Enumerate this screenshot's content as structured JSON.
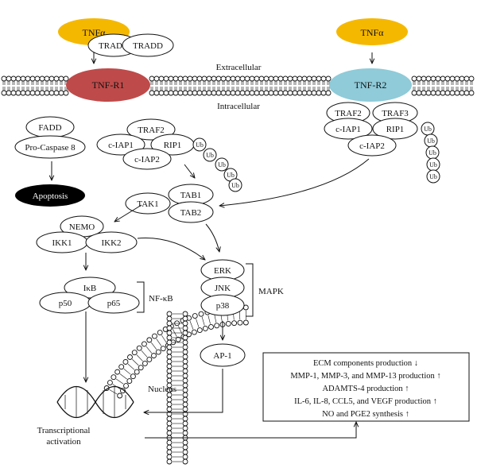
{
  "ligands": {
    "left": "TNFα",
    "right": "TNFα"
  },
  "membrane": {
    "outside": "Extracellular",
    "inside": "Intracellular"
  },
  "receptors": {
    "r1": "TNF-R1",
    "r2": "TNF-R2"
  },
  "r1_path": {
    "tradd_a": "TRADD",
    "tradd_b": "TRADD",
    "fadd": "FADD",
    "procaspase": "Pro-Caspase 8",
    "apoptosis": "Apoptosis",
    "traf2": "TRAF2",
    "ciap1": "c-IAP1",
    "rip1": "RIP1",
    "ciap2": "c-IAP2",
    "ub": [
      "Ub",
      "Ub",
      "Ub",
      "Ub",
      "Ub"
    ]
  },
  "r2_path": {
    "traf2": "TRAF2",
    "traf3": "TRAF3",
    "ciap1": "c-IAP1",
    "rip1": "RIP1",
    "ciap2": "c-IAP2",
    "ub": [
      "Ub",
      "Ub",
      "Ub",
      "Ub",
      "Ub"
    ]
  },
  "tak": {
    "tab1": "TAB1",
    "tak1": "TAK1",
    "tab2": "TAB2"
  },
  "ikk": {
    "nemo": "NEMO",
    "ikk1": "IKK1",
    "ikk2": "IKK2"
  },
  "nfkb": {
    "ikb": "IκB",
    "p50": "p50",
    "p65": "p65",
    "label": "NF-κB"
  },
  "mapk": {
    "erk": "ERK",
    "jnk": "JNK",
    "p38": "p38",
    "label": "MAPK"
  },
  "ap1": "AP-1",
  "nucleus": "Nucleus",
  "transcription": [
    "Transcriptional",
    "activation"
  ],
  "outcomes": [
    "ECM components production ↓",
    "MMP-1, MMP-3, and MMP-13 production ↑",
    "ADAMTS-4 production ↑",
    "IL-6, IL-8, CCL5, and VEGF production ↑",
    "NO and PGE2 synthesis ↑"
  ],
  "colors": {
    "ligand": "#f5b800",
    "r1": "#bf4a4a",
    "r2": "#8fcbd9",
    "apoptosis": "#000000"
  }
}
